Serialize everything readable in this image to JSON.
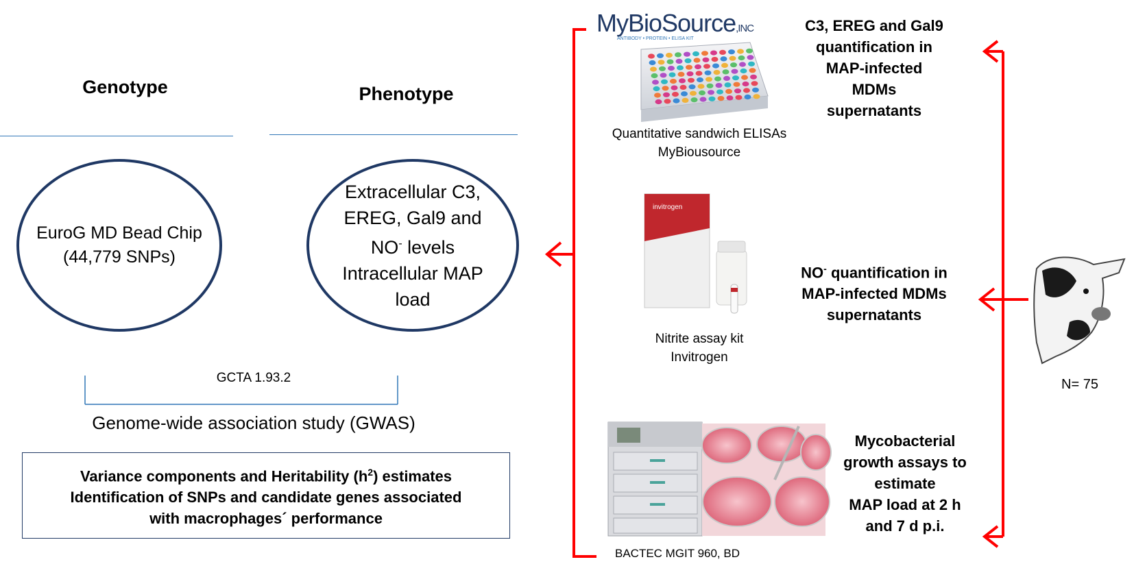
{
  "left": {
    "genotype_header": "Genotype",
    "phenotype_header": "Phenotype",
    "genotype_circle": {
      "line1": "EuroG MD Bead Chip",
      "line2": "(44,779 SNPs)"
    },
    "phenotype_circle": {
      "line1": "Extracellular C3,",
      "line2": "EREG, Gal9 and",
      "line3_pre": "NO",
      "line3_sup": "-",
      "line3_post": " levels",
      "line4": "Intracellular MAP",
      "line5": "load"
    },
    "tool_label": "GCTA 1.93.2",
    "gwas_title": "Genome-wide association study (GWAS)",
    "results_box": {
      "line1_pre": "Variance components and Heritability (h",
      "line1_sup": "2",
      "line1_post": ") estimates",
      "line2": "Identification of SNPs and candidate genes associated",
      "line3": "with macrophages´ performance"
    }
  },
  "assays": {
    "logo": {
      "brand_main": "MyBioSource",
      "brand_suffix": ",INC",
      "tagline": "ANTIBODY • PROTEIN • ELISA KIT"
    },
    "elisa_caption": {
      "line1": "Quantitative sandwich ELISAs",
      "line2": "MyBiousource"
    },
    "nitrite_caption": {
      "line1": "Nitrite assay kit",
      "line2": "Invitrogen"
    },
    "invitrogen_logo": "invitrogen",
    "bactec_caption": "BACTEC MGIT 960, BD",
    "elisa_text": {
      "line1": "C3, EREG and Gal9",
      "line2": "quantification in",
      "line3": "MAP-infected",
      "line4": "MDMs",
      "line5": "supernatants"
    },
    "no_text": {
      "line1_pre": "NO",
      "line1_sup": "-",
      "line1_post": " quantification in",
      "line2": "MAP-infected MDMs",
      "line3": "supernatants"
    },
    "growth_text": {
      "line1": "Mycobacterial",
      "line2": "growth assays to",
      "line3": "estimate",
      "line4": "MAP load at 2 h",
      "line5": "and 7 d p.i."
    }
  },
  "sample": {
    "count_label": "N= 75"
  },
  "colors": {
    "arrow": "#ff0000",
    "circle_border": "#1f3864",
    "rule": "#2e75b6"
  }
}
